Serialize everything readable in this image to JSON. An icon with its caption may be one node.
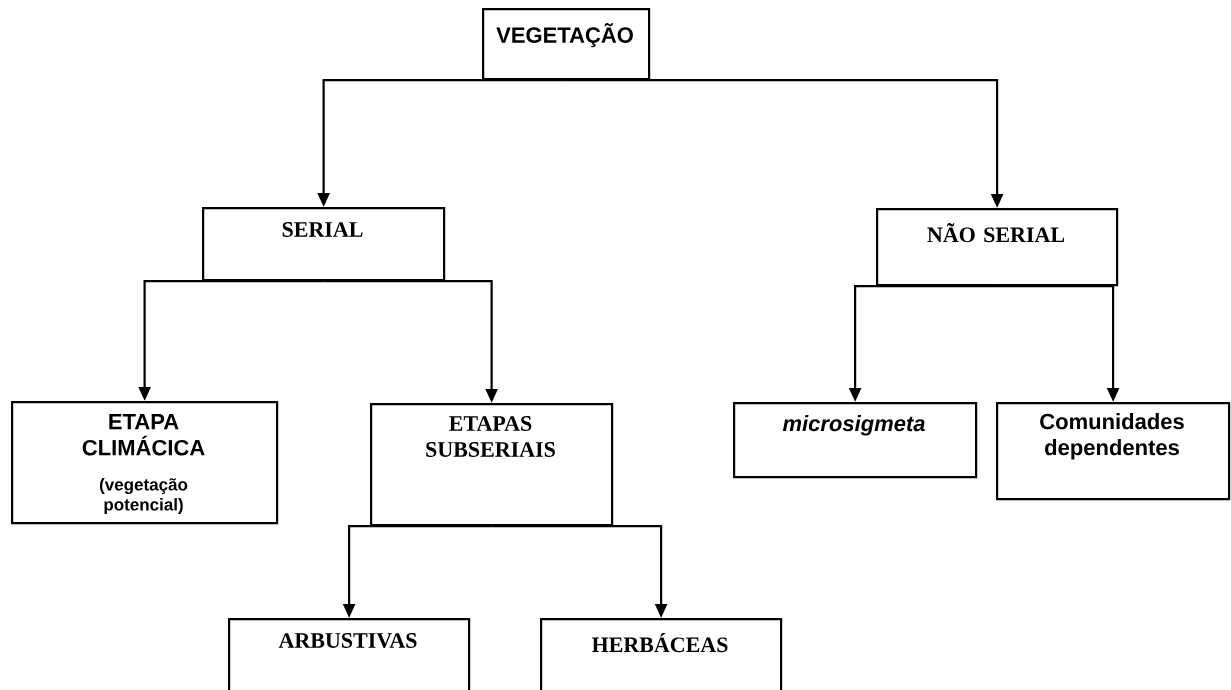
{
  "diagram": {
    "nodes": [
      {
        "text": [
          "VEGETAÇÃO"
        ]
      },
      {
        "text": [
          "SERIAL"
        ]
      },
      {
        "text": [
          "NÃO SERIAL"
        ]
      },
      {
        "text": [
          "ETAPA CLIMÁCICA",
          "(vegetação potencial)"
        ]
      },
      {
        "text": [
          "ETAPAS SUBSERIAIS"
        ]
      },
      {
        "text": [
          "microsigmeta"
        ]
      },
      {
        "text": [
          "Comunidades dependentes"
        ]
      },
      {
        "text": [
          "ARBUSTIVAS"
        ]
      },
      {
        "text": [
          "HERBÁCEAS"
        ]
      }
    ],
    "edges": [
      {
        "from": 0,
        "to": 1,
        "arrow": "to"
      },
      {
        "from": 0,
        "to": 2,
        "arrow": "to"
      },
      {
        "from": 1,
        "to": 3,
        "arrow": "to"
      },
      {
        "from": 1,
        "to": 4,
        "arrow": "to"
      },
      {
        "from": 2,
        "to": 5,
        "arrow": "to"
      },
      {
        "from": 2,
        "to": 6,
        "arrow": "to"
      },
      {
        "from": 4,
        "to": 7,
        "arrow": "to"
      },
      {
        "from": 4,
        "to": 8,
        "arrow": "to"
      }
    ]
  }
}
